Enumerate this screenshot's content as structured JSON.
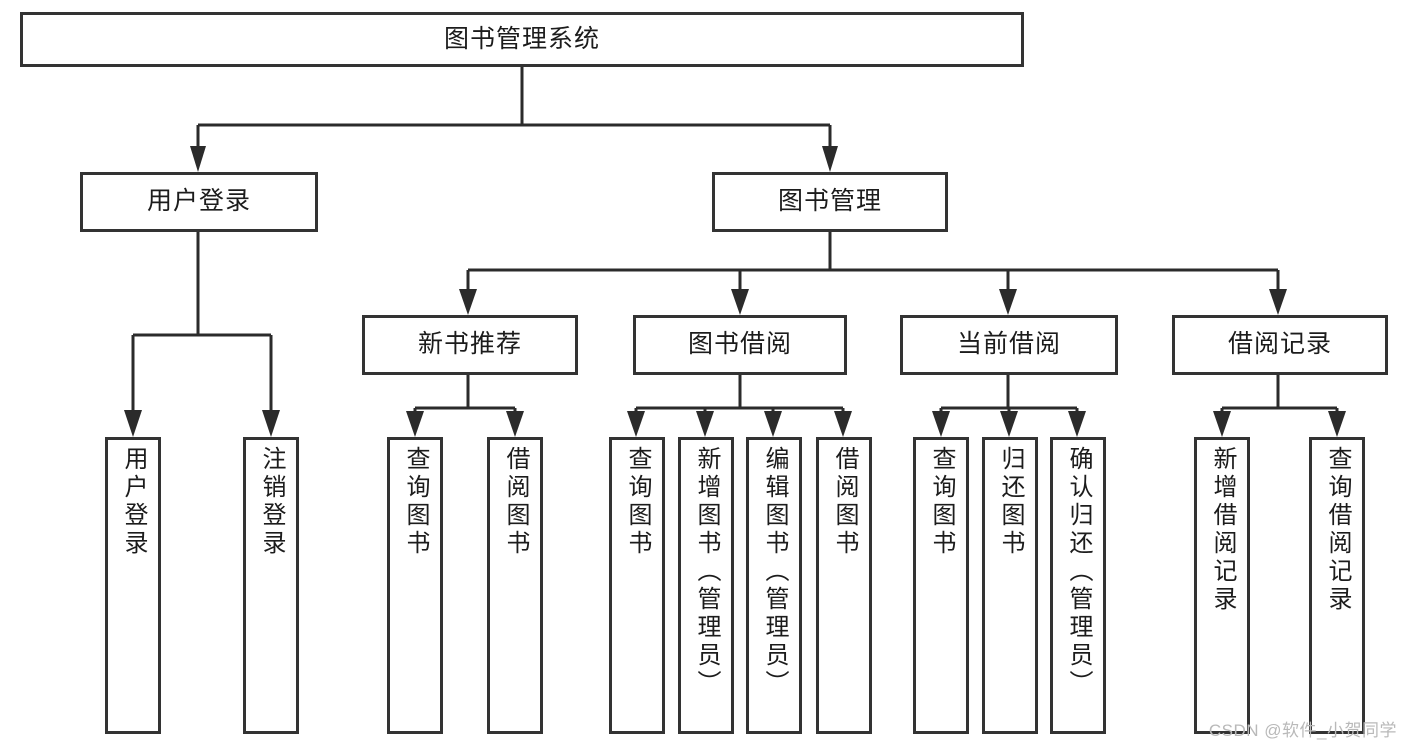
{
  "diagram": {
    "title": "图书管理系统",
    "watermark": "CSDN @软件_小贺同学",
    "accent_color": "#333333",
    "background_color": "#ffffff",
    "text_color": "#1c1c1c",
    "levels": {
      "level1": [
        "图书管理系统"
      ],
      "level2": [
        "用户登录",
        "图书管理"
      ],
      "level3": [
        "新书推荐",
        "图书借阅",
        "当前借阅",
        "借阅记录"
      ],
      "level4": [
        "用户登录",
        "注销登录",
        "查询图书",
        "借阅图书",
        "查询图书",
        "新增图书（管理员）",
        "编辑图书（管理员）",
        "借阅图书",
        "查询图书",
        "归还图书",
        "确认归还（管理员）",
        "新增借阅记录",
        "查询借阅记录"
      ]
    },
    "nodes": {
      "root": {
        "label": "图书管理系统"
      },
      "user_login": {
        "label": "用户登录"
      },
      "book_mgmt": {
        "label": "图书管理"
      },
      "new_book_rec": {
        "label": "新书推荐"
      },
      "book_borrow": {
        "label": "图书借阅"
      },
      "current_borrow": {
        "label": "当前借阅"
      },
      "borrow_record": {
        "label": "借阅记录"
      },
      "leaf_user_login": {
        "label": "用户登录"
      },
      "leaf_user_logout": {
        "label": "注销登录"
      },
      "leaf_query_book_a": {
        "label": "查询图书"
      },
      "leaf_borrow_book_a": {
        "label": "借阅图书"
      },
      "leaf_query_book_b": {
        "label": "查询图书"
      },
      "leaf_add_book": {
        "label": "新增图书（管理员）"
      },
      "leaf_edit_book": {
        "label": "编辑图书（管理员）"
      },
      "leaf_borrow_book_b": {
        "label": "借阅图书"
      },
      "leaf_query_book_c": {
        "label": "查询图书"
      },
      "leaf_return_book": {
        "label": "归还图书"
      },
      "leaf_confirm_return": {
        "label": "确认归还（管理员）"
      },
      "leaf_add_record": {
        "label": "新增借阅记录"
      },
      "leaf_query_record": {
        "label": "查询借阅记录"
      }
    }
  }
}
